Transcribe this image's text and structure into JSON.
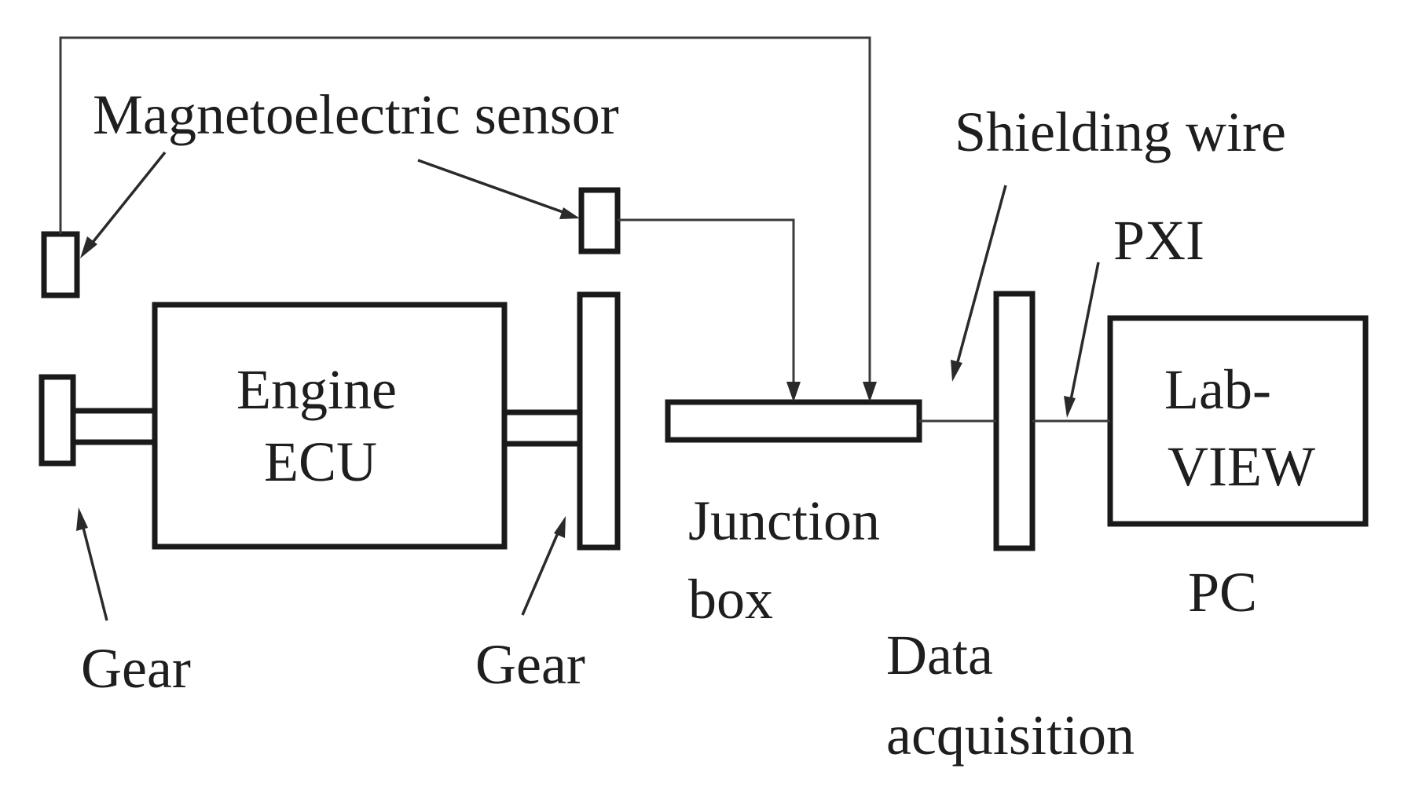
{
  "labels": {
    "magnetoelectric_sensor": "Magnetoelectric sensor",
    "shielding_wire": "Shielding wire",
    "pxi": "PXI",
    "engine_line1": "Engine",
    "engine_line2": "ECU",
    "labview_line1": "Lab-",
    "labview_line2": "VIEW",
    "junction_line1": "Junction",
    "junction_line2": "box",
    "pc": "PC",
    "data_acq_line1": "Data",
    "data_acq_line2": "acquisition",
    "gear_left": "Gear",
    "gear_right": "Gear"
  },
  "colors": {
    "stroke": "#1a1a1a",
    "background": "#ffffff"
  }
}
